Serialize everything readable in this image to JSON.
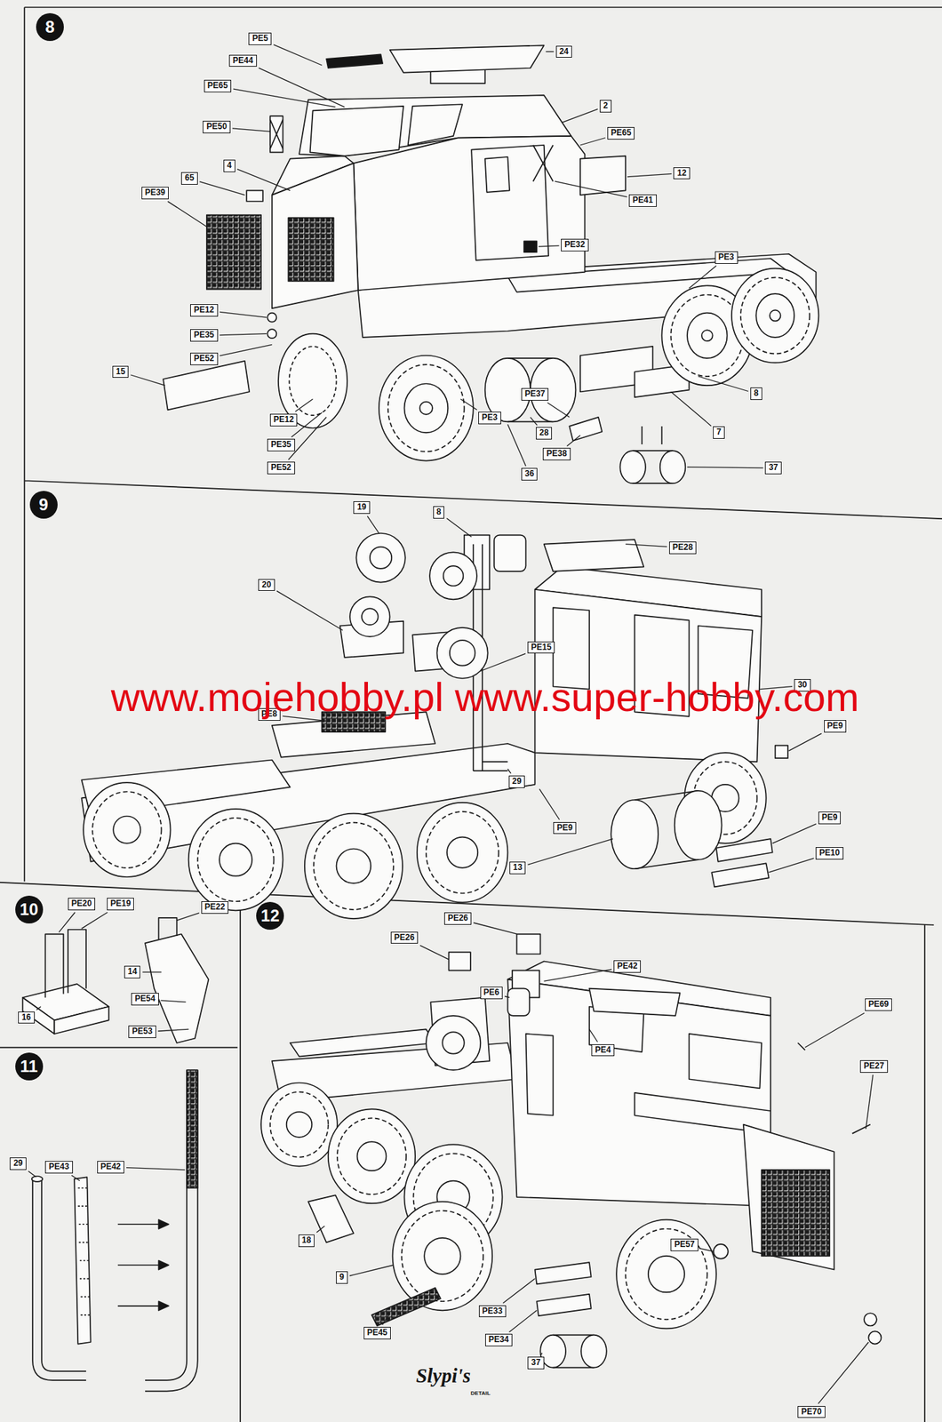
{
  "diagram": {
    "nodes": [
      {
        "text": [
          "8"
        ]
      },
      {
        "text": [
          "PE5"
        ]
      },
      {
        "text": [
          "24"
        ]
      },
      {
        "text": [
          "PE44"
        ]
      },
      {
        "text": [
          "PE65"
        ]
      },
      {
        "text": [
          "2"
        ]
      },
      {
        "text": [
          "PE50"
        ]
      },
      {
        "text": [
          "PE65"
        ]
      },
      {
        "text": [
          "12"
        ]
      },
      {
        "text": [
          "4"
        ]
      },
      {
        "text": [
          "65"
        ]
      },
      {
        "text": [
          "PE41"
        ]
      },
      {
        "text": [
          "PE39"
        ]
      },
      {
        "text": [
          "PE32"
        ]
      },
      {
        "text": [
          "PE3"
        ]
      },
      {
        "text": [
          "PE12"
        ]
      },
      {
        "text": [
          "PE35"
        ]
      },
      {
        "text": [
          "PE52"
        ]
      },
      {
        "text": [
          "15"
        ]
      },
      {
        "text": [
          "PE37"
        ]
      },
      {
        "text": [
          "8"
        ]
      },
      {
        "text": [
          "PE12"
        ]
      },
      {
        "text": [
          "PE3"
        ]
      },
      {
        "text": [
          "28"
        ]
      },
      {
        "text": [
          "7"
        ]
      },
      {
        "text": [
          "PE35"
        ]
      },
      {
        "text": [
          "PE38"
        ]
      },
      {
        "text": [
          "PE52"
        ]
      },
      {
        "text": [
          "36"
        ]
      },
      {
        "text": [
          "37"
        ]
      },
      {
        "text": [
          "9"
        ]
      },
      {
        "text": [
          "19"
        ]
      },
      {
        "text": [
          "8"
        ]
      },
      {
        "text": [
          "PE28"
        ]
      },
      {
        "text": [
          "20"
        ]
      },
      {
        "text": [
          "PE15"
        ]
      },
      {
        "text": [
          "30"
        ]
      },
      {
        "text": [
          "PE8"
        ]
      },
      {
        "text": [
          "PE9"
        ]
      },
      {
        "text": [
          "29"
        ]
      },
      {
        "text": [
          "PE9"
        ]
      },
      {
        "text": [
          "PE9"
        ]
      },
      {
        "text": [
          "PE10"
        ]
      },
      {
        "text": [
          "13"
        ]
      },
      {
        "text": [
          "10"
        ]
      },
      {
        "text": [
          "PE20"
        ]
      },
      {
        "text": [
          "PE19"
        ]
      },
      {
        "text": [
          "PE22"
        ]
      },
      {
        "text": [
          "14"
        ]
      },
      {
        "text": [
          "PE54"
        ]
      },
      {
        "text": [
          "16"
        ]
      },
      {
        "text": [
          "PE53"
        ]
      },
      {
        "text": [
          "11"
        ]
      },
      {
        "text": [
          "29"
        ]
      },
      {
        "text": [
          "PE43"
        ]
      },
      {
        "text": [
          "PE42"
        ]
      },
      {
        "text": [
          "12"
        ]
      },
      {
        "text": [
          "PE26"
        ]
      },
      {
        "text": [
          "PE26"
        ]
      },
      {
        "text": [
          "PE6"
        ]
      },
      {
        "text": [
          "PE42"
        ]
      },
      {
        "text": [
          "PE69"
        ]
      },
      {
        "text": [
          "PE4"
        ]
      },
      {
        "text": [
          "PE27"
        ]
      },
      {
        "text": [
          "18"
        ]
      },
      {
        "text": [
          "PE57"
        ]
      },
      {
        "text": [
          "9"
        ]
      },
      {
        "text": [
          "PE33"
        ]
      },
      {
        "text": [
          "PE34"
        ]
      },
      {
        "text": [
          "PE45"
        ]
      },
      {
        "text": [
          "37"
        ]
      },
      {
        "text": [
          "PE70"
        ]
      }
    ],
    "labels": [
      "www.mojehobby.pl www.super-hobby.com",
      "Slypi's",
      "DETAIL"
    ]
  }
}
